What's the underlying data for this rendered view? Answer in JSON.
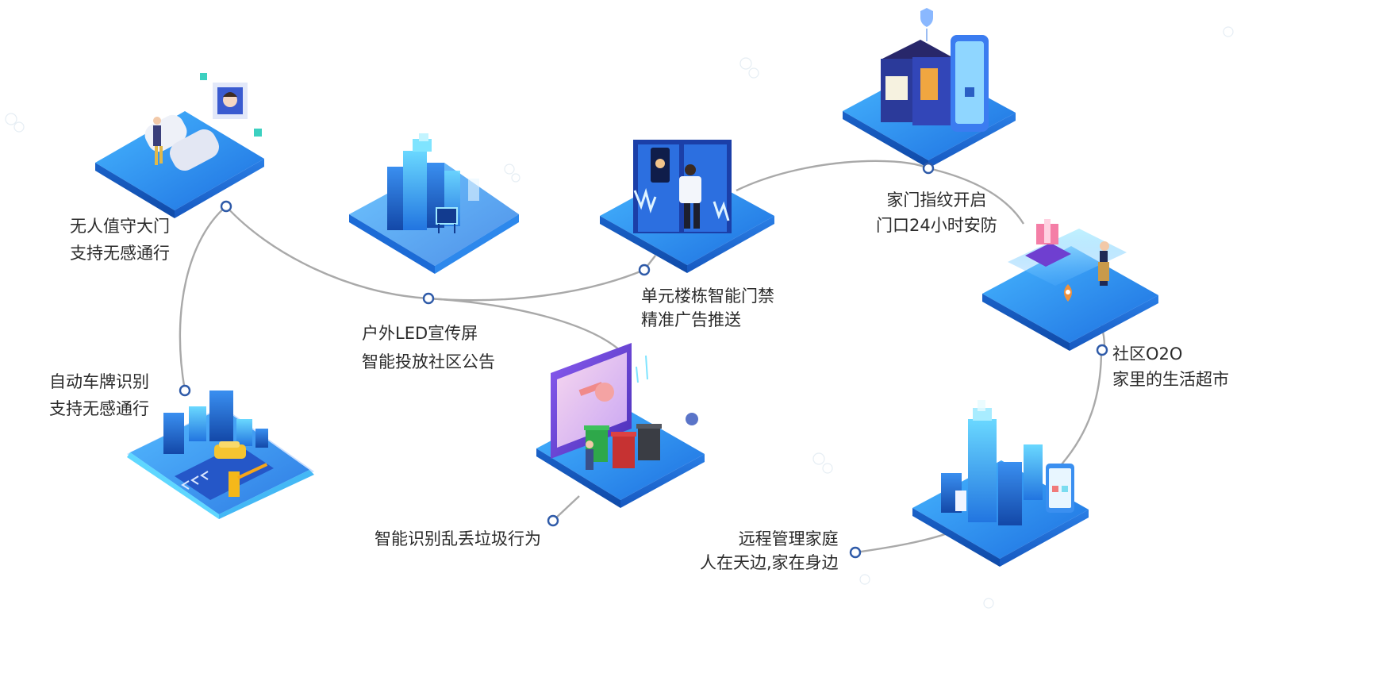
{
  "colors": {
    "platform_top": "#2f86e6",
    "platform_edge": "#1456b8",
    "accent_cyan": "#3fd3f5",
    "accent_purple": "#7a52e0",
    "connector": "#a9a9a9",
    "node_stroke": "#2e5aa8",
    "text": "#2b2b2b"
  },
  "features": [
    {
      "id": "gate",
      "icon": "turnstile-gate-face-recognition-icon",
      "lines": [
        "无人值守大门",
        "支持无感通行"
      ]
    },
    {
      "id": "plate",
      "icon": "license-plate-barrier-icon",
      "lines": [
        "自动车牌识别",
        "支持无感通行"
      ]
    },
    {
      "id": "led",
      "icon": "outdoor-led-building-icon",
      "lines": [
        "户外LED宣传屏",
        "智能投放社区公告"
      ]
    },
    {
      "id": "garbage",
      "icon": "smart-garbage-bins-icon",
      "lines": [
        "智能识别乱丢垃圾行为"
      ]
    },
    {
      "id": "unit_access",
      "icon": "unit-door-access-icon",
      "lines": [
        "单元楼栋智能门禁",
        "精准广告推送"
      ]
    },
    {
      "id": "home_door",
      "icon": "home-fingerprint-lock-icon",
      "lines": [
        "家门指纹开启",
        "门口24小时安防"
      ]
    },
    {
      "id": "o2o",
      "icon": "community-o2o-shopping-icon",
      "lines": [
        "社区O2O",
        "家里的生活超市"
      ]
    },
    {
      "id": "remote",
      "icon": "remote-home-management-icon",
      "lines": [
        "远程管理家庭",
        "人在天边,家在身边"
      ]
    }
  ]
}
